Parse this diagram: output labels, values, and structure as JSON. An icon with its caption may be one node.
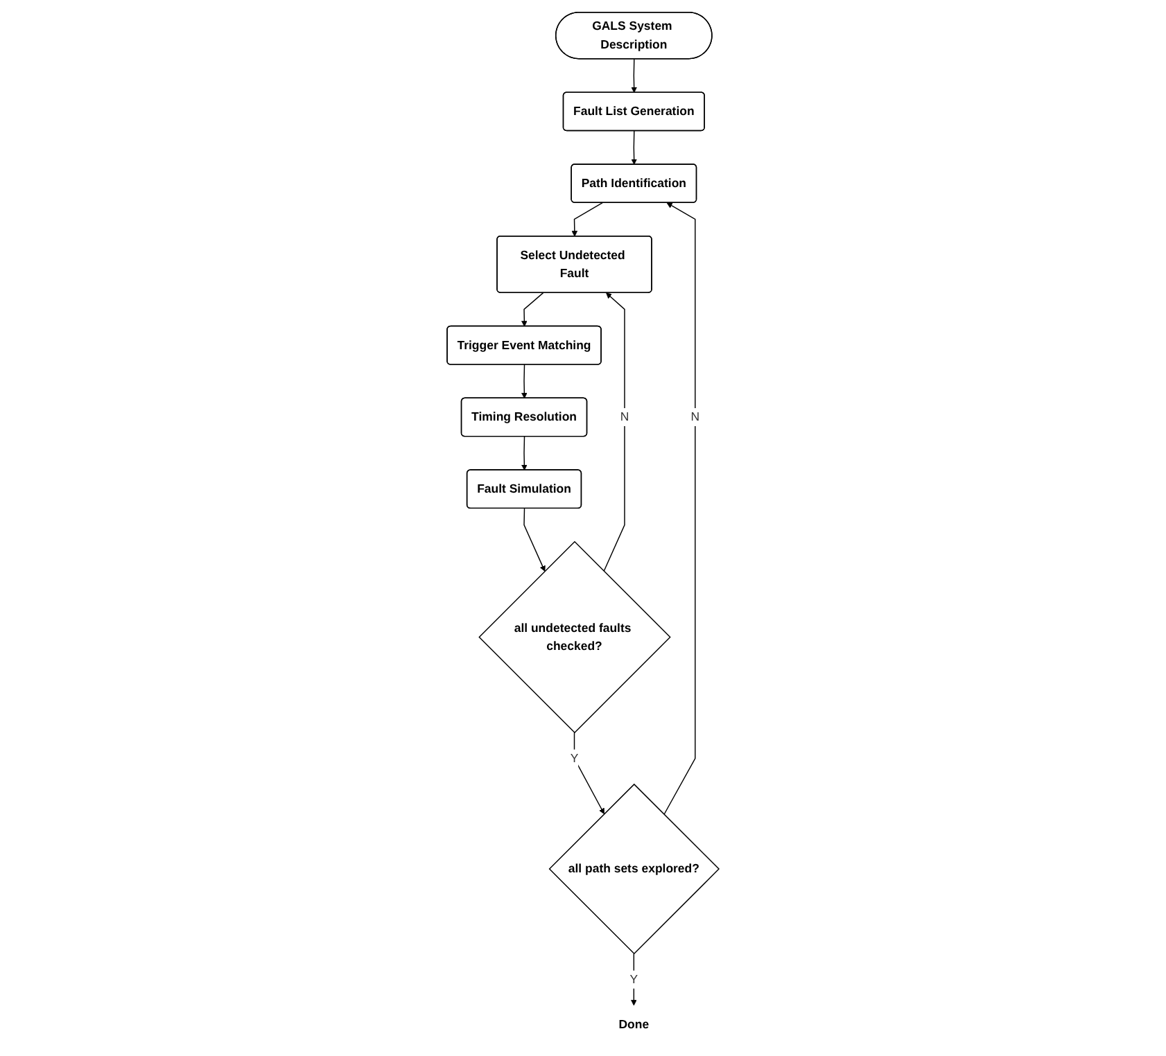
{
  "diagram": {
    "nodes": [
      {
        "text": [
          "GALS System Description"
        ]
      },
      {
        "text": [
          "Fault List Generation"
        ]
      },
      {
        "text": [
          "Path Identification"
        ]
      },
      {
        "text": [
          "Select Undetected Fault"
        ]
      },
      {
        "text": [
          "Trigger Event Matching"
        ]
      },
      {
        "text": [
          "Timing Resolution"
        ]
      },
      {
        "text": [
          "Fault Simulation"
        ]
      },
      {
        "text": [
          "all undetected faults checked?"
        ]
      },
      {
        "text": [
          "all path sets explored?"
        ]
      },
      {
        "text": [
          "Done"
        ]
      }
    ],
    "edges": [
      {
        "from": 0,
        "to": 1,
        "arrow": "to"
      },
      {
        "from": 1,
        "to": 2,
        "arrow": "to"
      },
      {
        "from": 2,
        "to": 3,
        "arrow": "to"
      },
      {
        "from": 3,
        "to": 4,
        "arrow": "to"
      },
      {
        "from": 4,
        "to": 5,
        "arrow": "to"
      },
      {
        "from": 5,
        "to": 6,
        "arrow": "to"
      },
      {
        "from": 6,
        "to": 7,
        "arrow": "to"
      },
      {
        "from": 7,
        "to": 3,
        "label": "N",
        "arrow": "to"
      },
      {
        "from": 7,
        "to": 8,
        "label": "Y",
        "arrow": "to"
      },
      {
        "from": 8,
        "to": 9,
        "label": "Y",
        "arrow": "to"
      },
      {
        "from": 8,
        "to": 2,
        "label": "N",
        "arrow": "to"
      }
    ]
  }
}
